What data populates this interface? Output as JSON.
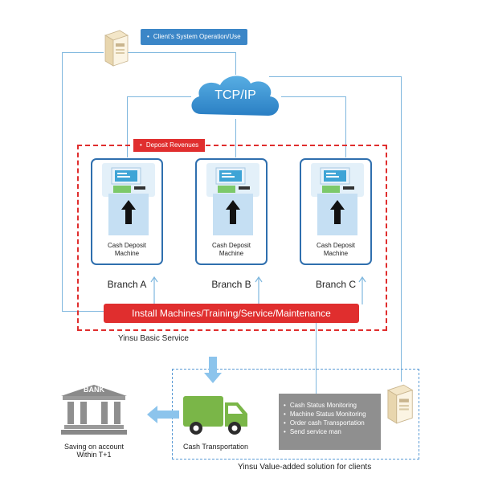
{
  "client_system_label": "Client’s System Operation/Use",
  "network_label": "TCP/IP",
  "deposit_revenues_label": "Deposit Revenues",
  "machines": [
    {
      "label_line1": "Cash Deposit",
      "label_line2": "Machine",
      "branch": "Branch A"
    },
    {
      "label_line1": "Cash Deposit",
      "label_line2": "Machine",
      "branch": "Branch B"
    },
    {
      "label_line1": "Cash Deposit",
      "label_line2": "Machine",
      "branch": "Branch C"
    }
  ],
  "install_label": "Install Machines/Training/Service/Maintenance",
  "basic_service_label": "Yinsu Basic Service",
  "bank_label": "BANK",
  "saving_line1": "Saving on account",
  "saving_line2": "Within T+1",
  "transport_label": "Cash Transportation",
  "monitoring_items": [
    "Cash Status Monitoring",
    "Machine Status Monitoring",
    "Order cash Transportation",
    "Send service man"
  ],
  "value_added_label": "Yinsu Value-added solution for clients",
  "colors": {
    "accent_blue": "#3b86c7",
    "accent_red": "#e02e2e",
    "machine_border": "#2f6fae",
    "truck_green": "#7ab648",
    "connector": "#7fb7de"
  },
  "icons": [
    "server-icon",
    "cloud-icon",
    "atm-icon",
    "up-arrow-icon",
    "bank-icon",
    "truck-icon",
    "left-arrow-icon",
    "down-arrow-icon"
  ]
}
